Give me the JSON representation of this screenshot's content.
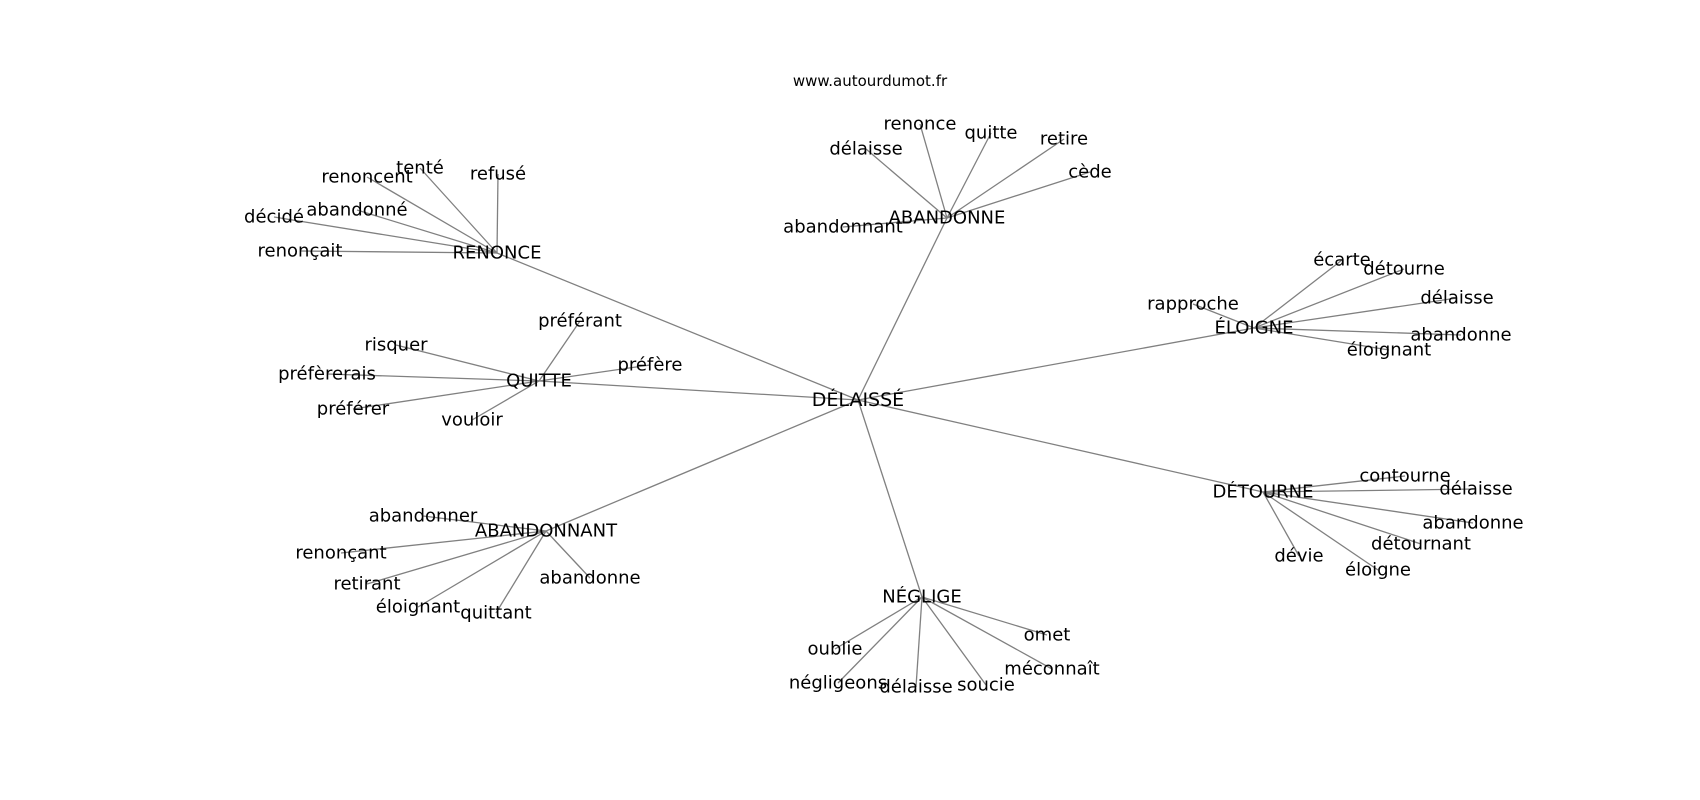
{
  "watermark": "www.autourdumot.fr",
  "graph": {
    "center": "DÉLAISSÉ",
    "hubs": [
      {
        "id": "renonce",
        "label": "RENONCE",
        "leaves": [
          "renoncent",
          "tenté",
          "refusé",
          "décidé",
          "abandonné",
          "renonçait"
        ]
      },
      {
        "id": "abandonne",
        "label": "ABANDONNE",
        "leaves": [
          "renonce",
          "quitte",
          "retire",
          "délaisse",
          "cède",
          "abandonnant"
        ]
      },
      {
        "id": "eloigne",
        "label": "ÉLOIGNE",
        "leaves": [
          "écarte",
          "détourne",
          "rapproche",
          "délaisse",
          "abandonne",
          "éloignant"
        ]
      },
      {
        "id": "quitte",
        "label": "QUITTE",
        "leaves": [
          "préférant",
          "risquer",
          "préfère",
          "préfèrerais",
          "préférer",
          "vouloir"
        ]
      },
      {
        "id": "detourne",
        "label": "DÉTOURNE",
        "leaves": [
          "contourne",
          "délaisse",
          "abandonne",
          "détournant",
          "dévie",
          "éloigne"
        ]
      },
      {
        "id": "abandonnant",
        "label": "ABANDONNANT",
        "leaves": [
          "abandonner",
          "renonçant",
          "retirant",
          "éloignant",
          "quittant",
          "abandonne"
        ]
      },
      {
        "id": "neglige",
        "label": "NÉGLIGE",
        "leaves": [
          "omet",
          "oublie",
          "méconnaît",
          "négligeons",
          "délaisse",
          "soucie"
        ]
      }
    ]
  }
}
